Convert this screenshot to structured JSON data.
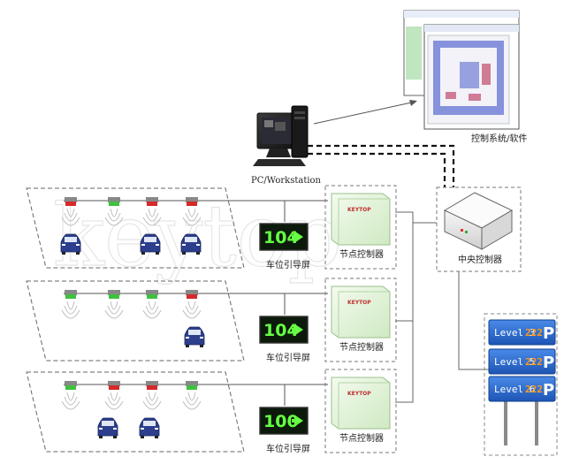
{
  "software_label": "控制系统/软件",
  "workstation_label": "PC/Workstation",
  "central_controller_label": "中央控制器",
  "watermark": "keytop",
  "zones": [
    {
      "sensors": [
        "red",
        "green",
        "red",
        "red"
      ],
      "cars": 3,
      "sign_number": "104",
      "sign_label": "车位引导屏",
      "node_label": "节点控制器",
      "node_brand": "KEYTOP"
    },
    {
      "sensors": [
        "green",
        "green",
        "green",
        "red"
      ],
      "cars": 1,
      "sign_number": "104",
      "sign_label": "车位引导屏",
      "node_label": "节点控制器",
      "node_brand": "KEYTOP"
    },
    {
      "sensors": [
        "green",
        "red",
        "red",
        "green"
      ],
      "cars": 2,
      "sign_number": "100",
      "sign_label": "车位引导屏",
      "node_label": "节点控制器",
      "node_brand": "KEYTOP"
    }
  ],
  "level_signs": [
    {
      "level": "Level 3",
      "count": "222",
      "p": "P"
    },
    {
      "level": "Level 5",
      "count": "222",
      "p": "P"
    },
    {
      "level": "Level 6",
      "count": "222",
      "p": "P"
    }
  ],
  "colors": {
    "sensor_red": "#d42a2a",
    "sensor_green": "#3ec13e",
    "car_blue": "#2c3e8c",
    "sign_bg": "#0b1a0b",
    "sign_text": "#66ff44",
    "level_panel": "#2d6fd6",
    "node_box": "#e6f5dd"
  }
}
